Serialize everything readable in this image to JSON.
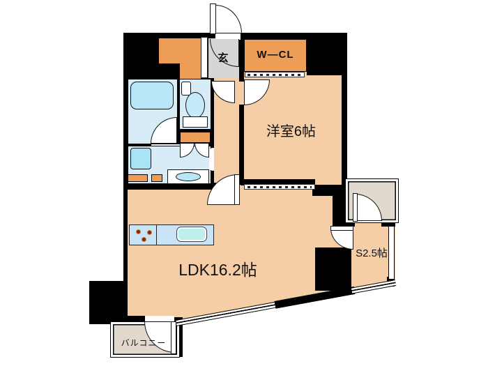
{
  "floorplan": {
    "type": "japanese-apartment-1LDK-plus-S",
    "rooms": {
      "entrance": {
        "label": "玄"
      },
      "walk_in_closet": {
        "label": "W—CL"
      },
      "western_room": {
        "label": "洋室6帖"
      },
      "ldk": {
        "label": "LDK16.2帖"
      },
      "service_room": {
        "label": "S2.5帖"
      },
      "balcony": {
        "label": "バルコニー"
      }
    },
    "fixtures": [
      "bathtub",
      "toilet",
      "toilet-hand-basin",
      "washing-machine-pan",
      "vanity-sink",
      "kitchen-counter",
      "stove-burners",
      "kitchen-sink",
      "shoe-cabinet",
      "storage-shelf"
    ],
    "colors": {
      "wall": "#000000",
      "room_fill": "#F5CDA7",
      "storage_fill": "#EE9D57",
      "entrance_fill": "#D6D6D8",
      "wet_area_fill": "#D8ECF8",
      "fixture_cyan": "#B9E7F7",
      "kitchen_counter": "#C9E4F7",
      "outdoor_fill": "#E1D9CD",
      "burner_dot": "#7B2D0B"
    }
  }
}
